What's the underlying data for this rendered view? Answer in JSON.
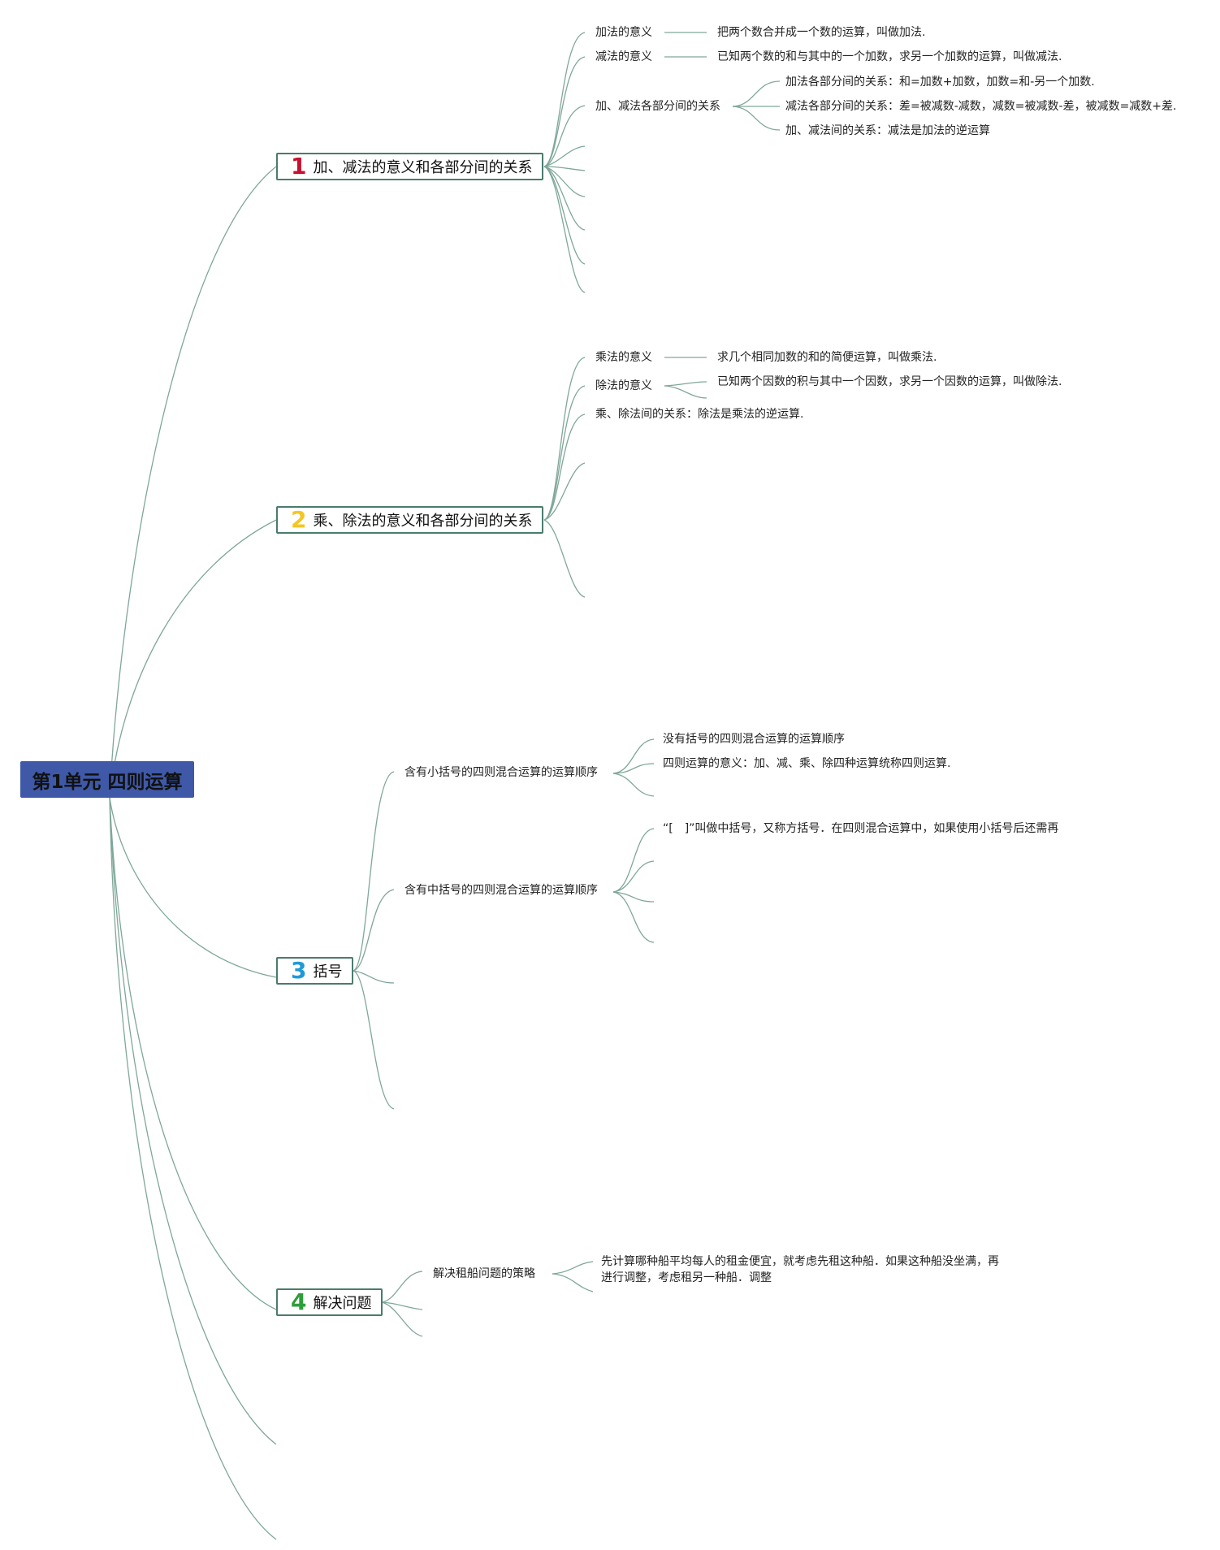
{
  "root": {
    "title": "第1单元 四则运算"
  },
  "branches": [
    {
      "num": "1",
      "num_color": "#c8102e",
      "title": "加、减法的意义和各部分间的关系",
      "items": {
        "add_meaning": "加法的意义",
        "add_meaning_desc": "把两个数合并成一个数的运算，叫做加法.",
        "sub_meaning": "减法的意义",
        "sub_meaning_desc": "已知两个数的和与其中的一个加数，求另一个加数的运算，叫做减法.",
        "relation": "加、减法各部分间的关系",
        "relation_add": "加法各部分间的关系：和=加数+加数，加数=和-另一个加数.",
        "relation_sub": "减法各部分间的关系：差=被减数-减数，减数=被减数-差，被减数=减数+差.",
        "relation_both": "加、减法间的关系：减法是加法的逆运算"
      }
    },
    {
      "num": "2",
      "num_color": "#f3c623",
      "title": "乘、除法的意义和各部分间的关系",
      "items": {
        "mul_meaning": "乘法的意义",
        "mul_meaning_desc": "求几个相同加数的和的简便运算，叫做乘法.",
        "div_meaning": "除法的意义",
        "div_meaning_desc": "已知两个因数的积与其中一个因数，求另一个因数的运算，叫做除法.",
        "relation_both": "乘、除法间的关系：除法是乘法的逆运算."
      }
    },
    {
      "num": "3",
      "num_color": "#1f9ad6",
      "title": "括号",
      "items": {
        "small_paren": "含有小括号的四则混合运算的运算顺序",
        "no_paren_order": "没有括号的四则混合运算的运算顺序",
        "four_ops_meaning": "四则运算的意义：加、减、乘、除四种运算统称四则运算.",
        "mid_paren": "含有中括号的四则混合运算的运算顺序",
        "mid_paren_desc": "“[　]”叫做中括号，又称方括号．在四则混合运算中，如果使用小括号后还需再"
      }
    },
    {
      "num": "4",
      "num_color": "#2e9e3a",
      "title": "解决问题",
      "items": {
        "boat_strategy": "解决租船问题的策略",
        "boat_strategy_desc": "先计算哪种船平均每人的租金便宜，就考虑先租这种船．如果这种船没坐满，再进行调整，考虑租另一种船．调整"
      }
    }
  ],
  "colors": {
    "root_bg": "#3f59a8",
    "line": "#7fa79a",
    "branch_border": "#4a7c6e"
  }
}
